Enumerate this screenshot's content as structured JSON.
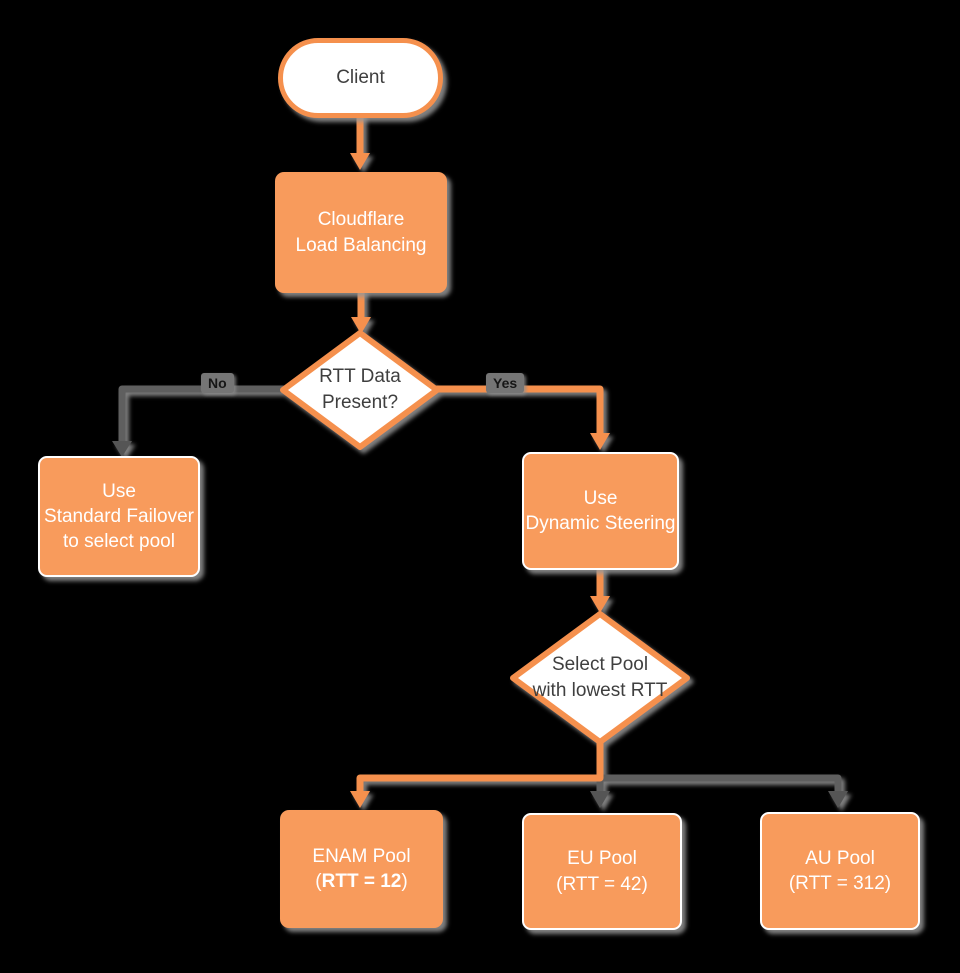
{
  "title": "Cloudflare Load Balancing dynamic steering flowchart",
  "colors": {
    "background": "#000000",
    "orange_fill": "#F89B5C",
    "orange_stroke": "#F5904D",
    "gray_line": "#5E5E5E",
    "shape_white": "#FFFFFF",
    "dark_text": "#3F3F3F",
    "edge_label_bg": "#757575",
    "edge_label_text": "#161616",
    "shadow": "#969696"
  },
  "nodes": {
    "client": {
      "label": "Client"
    },
    "cloudflare_lb": {
      "line1": "Cloudflare",
      "line2": "Load Balancing"
    },
    "rtt_present": {
      "line1": "RTT Data",
      "line2": "Present?"
    },
    "standard_failover": {
      "line1": "Use",
      "line2": "Standard Failover",
      "line3": "to select pool"
    },
    "dynamic_steering": {
      "line1": "Use",
      "line2": "Dynamic Steering"
    },
    "select_pool": {
      "line1": "Select Pool",
      "line2": "with lowest RTT"
    },
    "enam_pool": {
      "line1": "ENAM Pool",
      "line2_open": "(",
      "line2_bold": "RTT = 12",
      "line2_close": ")"
    },
    "eu_pool": {
      "line1": "EU Pool",
      "line2": "(RTT = 42)"
    },
    "au_pool": {
      "line1": "AU Pool",
      "line2": "(RTT = 312)"
    }
  },
  "edge_labels": {
    "no": "No",
    "yes": "Yes"
  },
  "edges": [
    {
      "from": "Client",
      "to": "Cloudflare Load Balancing",
      "label": "",
      "style": "orange"
    },
    {
      "from": "Cloudflare Load Balancing",
      "to": "RTT Data Present?",
      "label": "",
      "style": "orange"
    },
    {
      "from": "RTT Data Present?",
      "to": "Use Standard Failover to select pool",
      "label": "No",
      "style": "gray"
    },
    {
      "from": "RTT Data Present?",
      "to": "Use Dynamic Steering",
      "label": "Yes",
      "style": "orange"
    },
    {
      "from": "Use Dynamic Steering",
      "to": "Select Pool with lowest RTT",
      "label": "",
      "style": "orange"
    },
    {
      "from": "Select Pool with lowest RTT",
      "to": "ENAM Pool (RTT = 12)",
      "label": "",
      "style": "orange"
    },
    {
      "from": "Select Pool with lowest RTT",
      "to": "EU Pool (RTT = 42)",
      "label": "",
      "style": "gray"
    },
    {
      "from": "Select Pool with lowest RTT",
      "to": "AU Pool (RTT = 312)",
      "label": "",
      "style": "gray"
    }
  ]
}
